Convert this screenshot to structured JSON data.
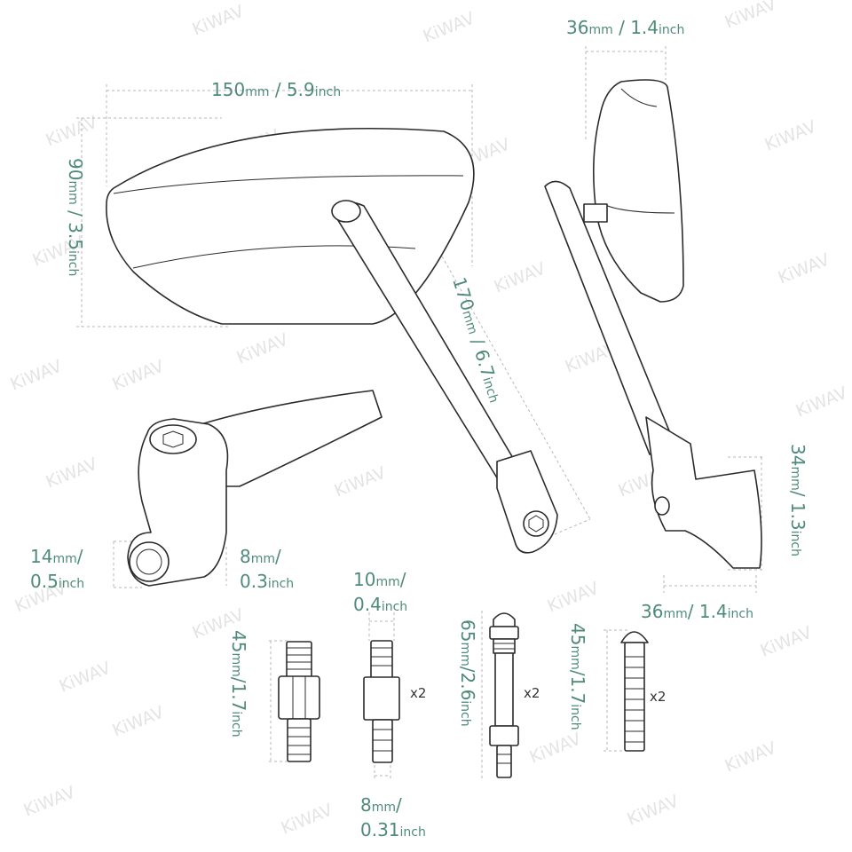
{
  "watermark": "KiWAV",
  "colors": {
    "dimension_text": "#4f8a7c",
    "line": "#2b2b2b",
    "guide": "#b7b7b7",
    "watermark": "#e4e4e4"
  },
  "dims": {
    "width": {
      "mm": "150",
      "mm_unit": "mm",
      "sep": " / ",
      "in": "5.9",
      "in_unit": "inch"
    },
    "height": {
      "mm": "90",
      "mm_unit": "mm",
      "sep": " / ",
      "in": "3.5",
      "in_unit": "inch"
    },
    "stem": {
      "mm": "170",
      "mm_unit": "mm",
      "sep": " / ",
      "in": "6.7",
      "in_unit": "inch"
    },
    "mirror_depth": {
      "mm": "36",
      "mm_unit": "mm",
      "sep": " / ",
      "in": "1.4",
      "in_unit": "inch"
    },
    "clamp_height": {
      "mm": "34",
      "mm_unit": "mm",
      "sep": "/ ",
      "in": "1.3",
      "in_unit": "inch"
    },
    "clamp_depth": {
      "mm": "36",
      "mm_unit": "mm",
      "sep": "/ ",
      "in": "1.4",
      "in_unit": "inch"
    },
    "hole": {
      "mm": "14",
      "mm_unit": "mm",
      "sep": "/",
      "in": "0.5",
      "in_unit": "inch"
    },
    "arm_width": {
      "mm": "8",
      "mm_unit": "mm",
      "sep": "/",
      "in": "0.3",
      "in_unit": "inch"
    },
    "adapter_hex": {
      "mm": "10",
      "mm_unit": "mm",
      "sep": "/",
      "in": "0.4",
      "in_unit": "inch"
    },
    "adapter_len": {
      "mm": "45",
      "mm_unit": "mm",
      "sep": "/",
      "in": "1.7",
      "in_unit": "inch"
    },
    "thread": {
      "mm": "8",
      "mm_unit": "mm",
      "sep": "/",
      "in": "0.31",
      "in_unit": "inch"
    },
    "spacer_len": {
      "mm": "65",
      "mm_unit": "mm",
      "sep": "/",
      "in": "2.6",
      "in_unit": "inch"
    },
    "bolt_len": {
      "mm": "45",
      "mm_unit": "mm",
      "sep": "/",
      "in": "1.7",
      "in_unit": "inch"
    }
  },
  "quantities": {
    "adapter": "x2",
    "spacer": "x2",
    "bolt": "x2"
  }
}
